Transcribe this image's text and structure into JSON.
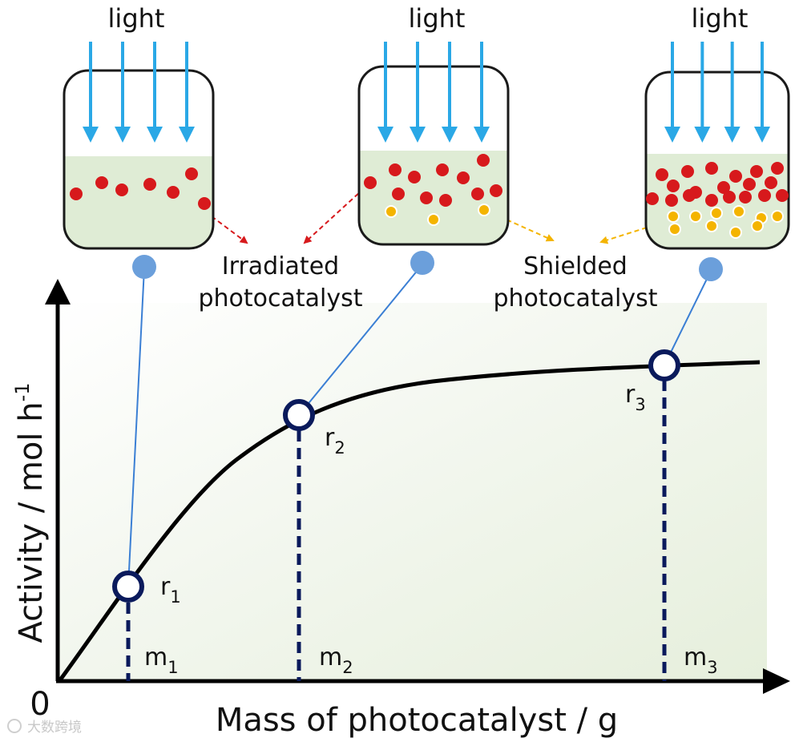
{
  "light_labels": [
    "light",
    "light",
    "light"
  ],
  "annotations": {
    "irradiated": [
      "Irradiated",
      "photocatalyst"
    ],
    "shielded": [
      "Shielded",
      "photocatalyst"
    ]
  },
  "axes": {
    "y_title": "Activity / mol h",
    "y_title_sup": "-1",
    "x_title": "Mass of photocatalyst / g",
    "origin": "0"
  },
  "points": [
    {
      "r": "r",
      "r_sub": "1",
      "m": "m",
      "m_sub": "1"
    },
    {
      "r": "r",
      "r_sub": "2",
      "m": "m",
      "m_sub": "2"
    },
    {
      "r": "r",
      "r_sub": "3",
      "m": "m",
      "m_sub": "3"
    }
  ],
  "watermark": "大数跨境",
  "colors": {
    "light_arrow": "#2aa8e6",
    "liquid": "#dfecd5",
    "irradiated_particle": "#d7191c",
    "shielded_particle": "#f4b400",
    "curve": "#000000",
    "marker": "#0a1a5c",
    "connector": "#3b7fd4",
    "connector_dot": "#6b9fdb"
  }
}
